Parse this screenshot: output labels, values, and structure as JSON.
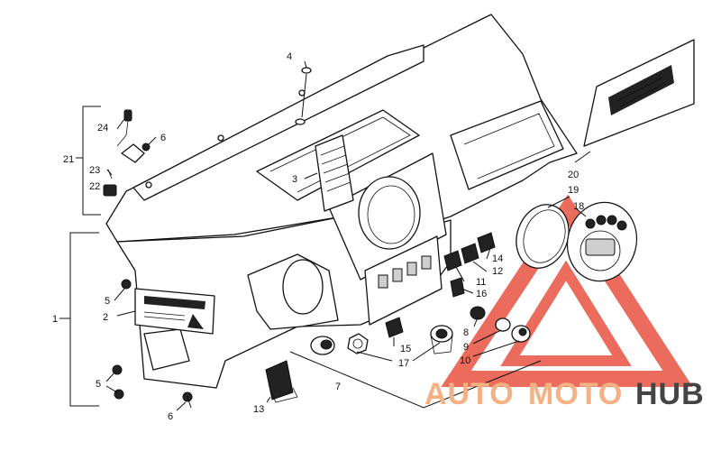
{
  "watermark": {
    "brand_parts": [
      "AUTO",
      "MOTO",
      "HUB"
    ],
    "colors": {
      "triangle": "#e8513f",
      "auto": "#f4b183",
      "moto": "#f4b183",
      "hub": "#444444"
    }
  },
  "callouts": [
    {
      "id": "c1",
      "text": "1"
    },
    {
      "id": "c2",
      "text": "2"
    },
    {
      "id": "c3",
      "text": "3"
    },
    {
      "id": "c4",
      "text": "4"
    },
    {
      "id": "c5a",
      "text": "5"
    },
    {
      "id": "c5b",
      "text": "5"
    },
    {
      "id": "c6a",
      "text": "6"
    },
    {
      "id": "c6b",
      "text": "6"
    },
    {
      "id": "c7",
      "text": "7"
    },
    {
      "id": "c8",
      "text": "8"
    },
    {
      "id": "c9",
      "text": "9"
    },
    {
      "id": "c10",
      "text": "10"
    },
    {
      "id": "c11",
      "text": "11"
    },
    {
      "id": "c12",
      "text": "12"
    },
    {
      "id": "c13",
      "text": "13"
    },
    {
      "id": "c14",
      "text": "14"
    },
    {
      "id": "c15",
      "text": "15"
    },
    {
      "id": "c16",
      "text": "16"
    },
    {
      "id": "c17",
      "text": "17"
    },
    {
      "id": "c18",
      "text": "18"
    },
    {
      "id": "c19",
      "text": "19"
    },
    {
      "id": "c20",
      "text": "20"
    },
    {
      "id": "c21",
      "text": "21"
    },
    {
      "id": "c22",
      "text": "22"
    },
    {
      "id": "c23",
      "text": "23"
    },
    {
      "id": "c24",
      "text": "24"
    }
  ],
  "icons": [
    "warning-label-icon",
    "gauge-icon",
    "rocker-switch-icon",
    "screw-icon",
    "key-icon"
  ]
}
